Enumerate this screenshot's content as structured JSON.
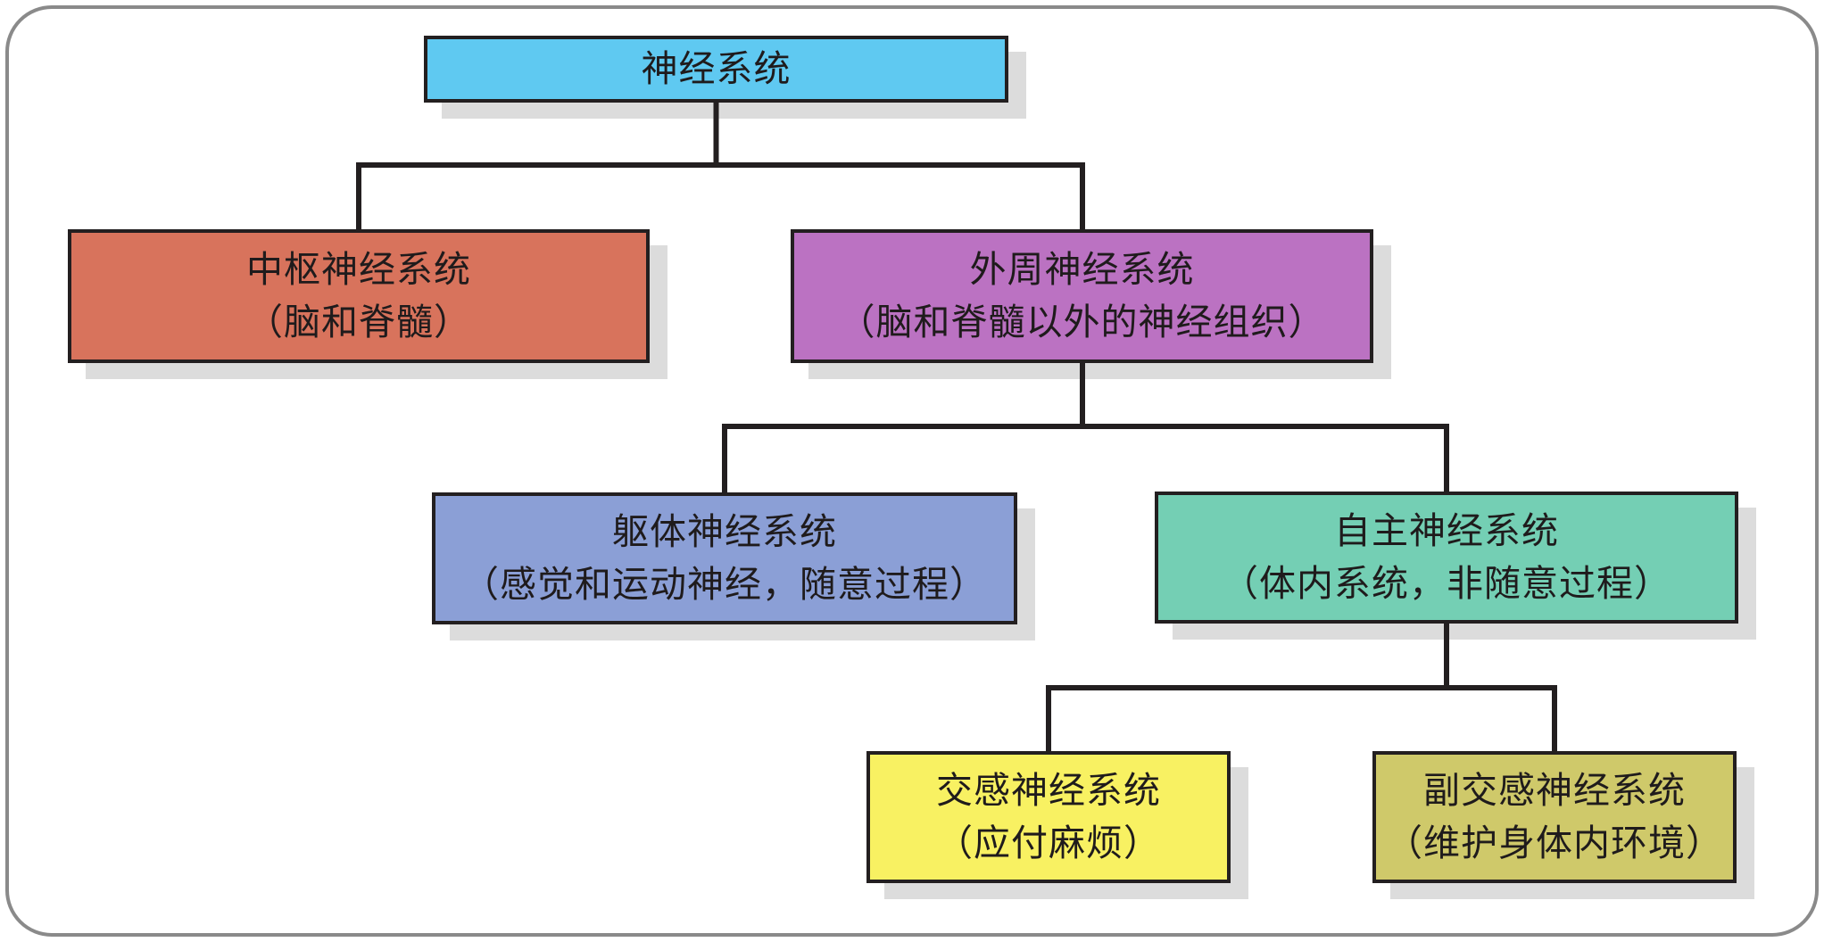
{
  "figure": {
    "background": "#ffffff",
    "frame_border_color": "#8a8a8a",
    "connector_color": "#231f20",
    "node_border_color": "#231f20",
    "shadow_color": "#dcdcdc",
    "text_color": "#1f1b1c"
  },
  "tree": {
    "label": "神经系统",
    "color": "#5fc9f1",
    "children": [
      {
        "label": "中枢神经系统",
        "note": "（脑和脊髓）",
        "color": "#d8735c",
        "children": []
      },
      {
        "label": "外周神经系统",
        "note": "（脑和脊髓以外的神经组织）",
        "color": "#bb72c2",
        "children": [
          {
            "label": "躯体神经系统",
            "note": "（感觉和运动神经，随意过程）",
            "color": "#8b9fd6",
            "children": []
          },
          {
            "label": "自主神经系统",
            "note": "（体内系统，非随意过程）",
            "color": "#74cfb4",
            "children": [
              {
                "label": "交感神经系统",
                "note": "（应付麻烦）",
                "color": "#f8f162",
                "children": []
              },
              {
                "label": "副交感神经系统",
                "note": "（维护身体内环境）",
                "color": "#cfc96a",
                "children": []
              }
            ]
          }
        ]
      }
    ]
  }
}
